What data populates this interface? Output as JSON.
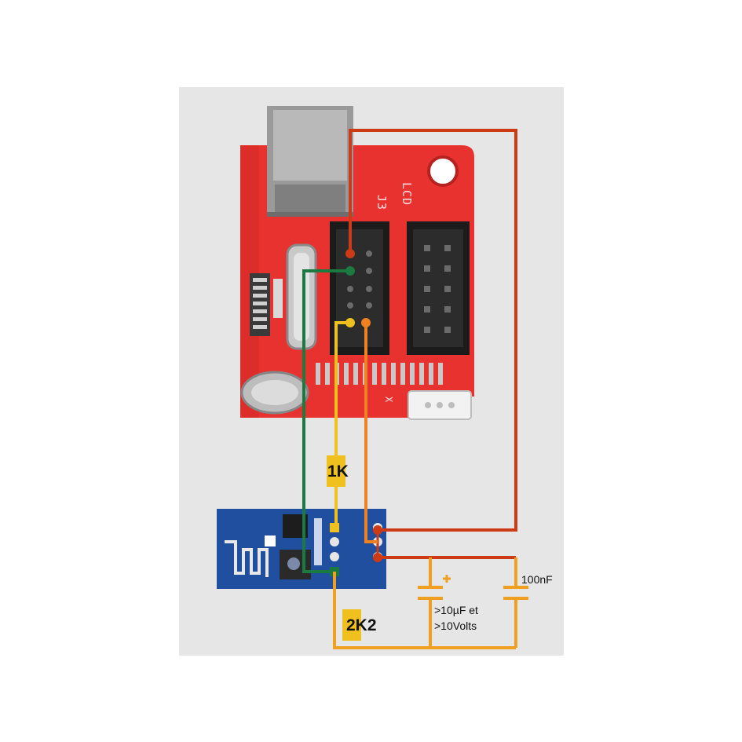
{
  "board": {
    "header_label_j3": "J3",
    "header_label_lcd": "LCD",
    "connector_label": "X"
  },
  "components": {
    "resistor_top": "1K",
    "resistor_bottom": "2K2",
    "capacitor_small": "100nF",
    "capacitor_polarity": "+",
    "capacitor_large_line1": ">10µF et",
    "capacitor_large_line2": ">10Volts"
  },
  "colors": {
    "board_red": "#e8322f",
    "wire_red": "#cc3a16",
    "wire_orange": "#f08020",
    "wire_yellow": "#f0c01e",
    "wire_green": "#1a7a40",
    "wire_amber": "#f0a020",
    "esp_blue": "#1f4f9e",
    "panel_gray": "#e6e6e6"
  }
}
